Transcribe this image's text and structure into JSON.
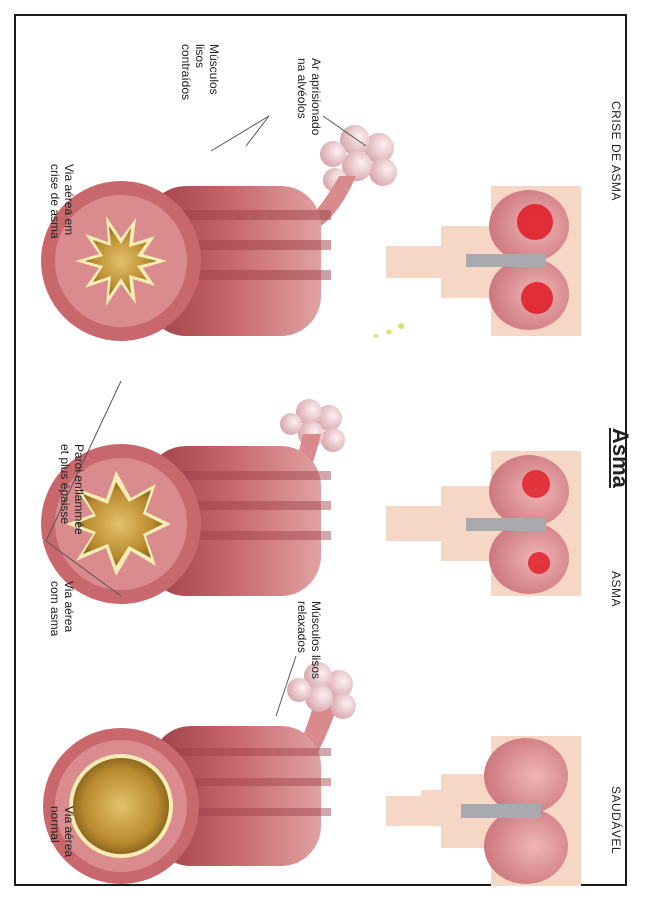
{
  "title": "Asma",
  "columns": {
    "healthy": {
      "heading": "SAUDÁVEL",
      "airway_caption": "Via aérea\nnormal"
    },
    "asthma": {
      "heading": "ASMA",
      "airway_caption": "Via aérea\ncom asma"
    },
    "crisis": {
      "heading": "CRISE DE ASMA",
      "airway_caption": "Via aérea em\ncrise de asma"
    }
  },
  "callouts": {
    "relaxed_muscles": "Músculos lisos\nrelaxados",
    "inflamed_wall": "Paroi enflammée\net plus épaisse",
    "trapped_air": "Ar aprisionado\nna alvéolos",
    "contracted_muscles": "Músculos\nlisos\ncontraídos"
  },
  "colors": {
    "skin": "#f6d6c4",
    "lung": "#d98a8f",
    "inflammation": "#e0202a",
    "airway": "#c9686c",
    "airway_dark": "#a8464d",
    "lumen": "#c79a3c",
    "mucosa": "#f3ecb4",
    "alveoli": "#f0c9cb"
  }
}
